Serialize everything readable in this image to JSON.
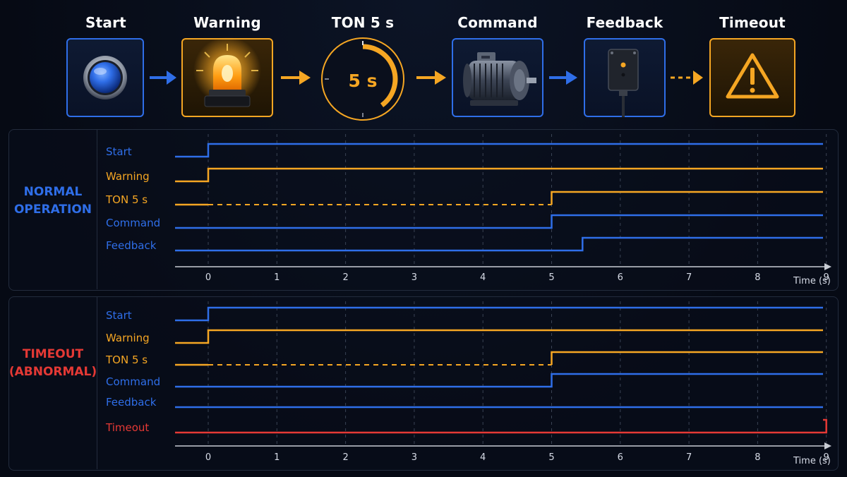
{
  "colors": {
    "blue": "#2f6ee8",
    "orange": "#f5a623",
    "red": "#e53935",
    "grid": "#3a4354",
    "axis": "#c8ccd4",
    "panel_border": "#232c3d"
  },
  "sequence": {
    "steps": [
      {
        "label": "Start",
        "icon": "start-pushbutton-icon",
        "accent": "#2f6ee8"
      },
      {
        "label": "Warning",
        "icon": "warning-beacon-icon",
        "accent": "#f5a623"
      },
      {
        "label": "TON 5 s",
        "icon": "timer-dial-icon",
        "accent": "#f5a623",
        "value_text": "5 s"
      },
      {
        "label": "Command",
        "icon": "motor-icon",
        "accent": "#2f6ee8"
      },
      {
        "label": "Feedback",
        "icon": "sensor-icon",
        "accent": "#2f6ee8"
      },
      {
        "label": "Timeout",
        "icon": "alert-triangle-icon",
        "accent": "#f5a623"
      }
    ],
    "arrows": [
      {
        "from": "Start",
        "to": "Warning",
        "style": "solid",
        "color": "#2f6ee8"
      },
      {
        "from": "Warning",
        "to": "TON 5 s",
        "style": "solid",
        "color": "#f5a623"
      },
      {
        "from": "TON 5 s",
        "to": "Command",
        "style": "solid",
        "color": "#f5a623"
      },
      {
        "from": "Command",
        "to": "Feedback",
        "style": "solid",
        "color": "#2f6ee8"
      },
      {
        "from": "Feedback",
        "to": "Timeout",
        "style": "dashed",
        "color": "#f5a623"
      }
    ]
  },
  "timing": {
    "axis_label": "Time (s)",
    "ticks": [
      0,
      1,
      2,
      3,
      4,
      5,
      6,
      7,
      8,
      9
    ],
    "panels": [
      {
        "title_lines": [
          "NORMAL",
          "OPERATION"
        ],
        "title_color": "#2f6ee8",
        "signals": [
          {
            "name": "Start",
            "color": "#2f6ee8",
            "rise": 0
          },
          {
            "name": "Warning",
            "color": "#f5a623",
            "rise": 0
          },
          {
            "name": "TON 5 s",
            "color": "#f5a623",
            "rise": 5,
            "timing_from": 0
          },
          {
            "name": "Command",
            "color": "#2f6ee8",
            "rise": 5
          },
          {
            "name": "Feedback",
            "color": "#2f6ee8",
            "rise": 5.45
          }
        ]
      },
      {
        "title_lines": [
          "TIMEOUT",
          "(ABNORMAL)"
        ],
        "title_color": "#e53935",
        "signals": [
          {
            "name": "Start",
            "color": "#2f6ee8",
            "rise": 0
          },
          {
            "name": "Warning",
            "color": "#f5a623",
            "rise": 0
          },
          {
            "name": "TON 5 s",
            "color": "#f5a623",
            "rise": 5,
            "timing_from": 0
          },
          {
            "name": "Command",
            "color": "#2f6ee8",
            "rise": 5
          },
          {
            "name": "Feedback",
            "color": "#2f6ee8",
            "rise": null
          },
          {
            "name": "Timeout",
            "color": "#e53935",
            "rise": 9
          }
        ]
      }
    ]
  }
}
